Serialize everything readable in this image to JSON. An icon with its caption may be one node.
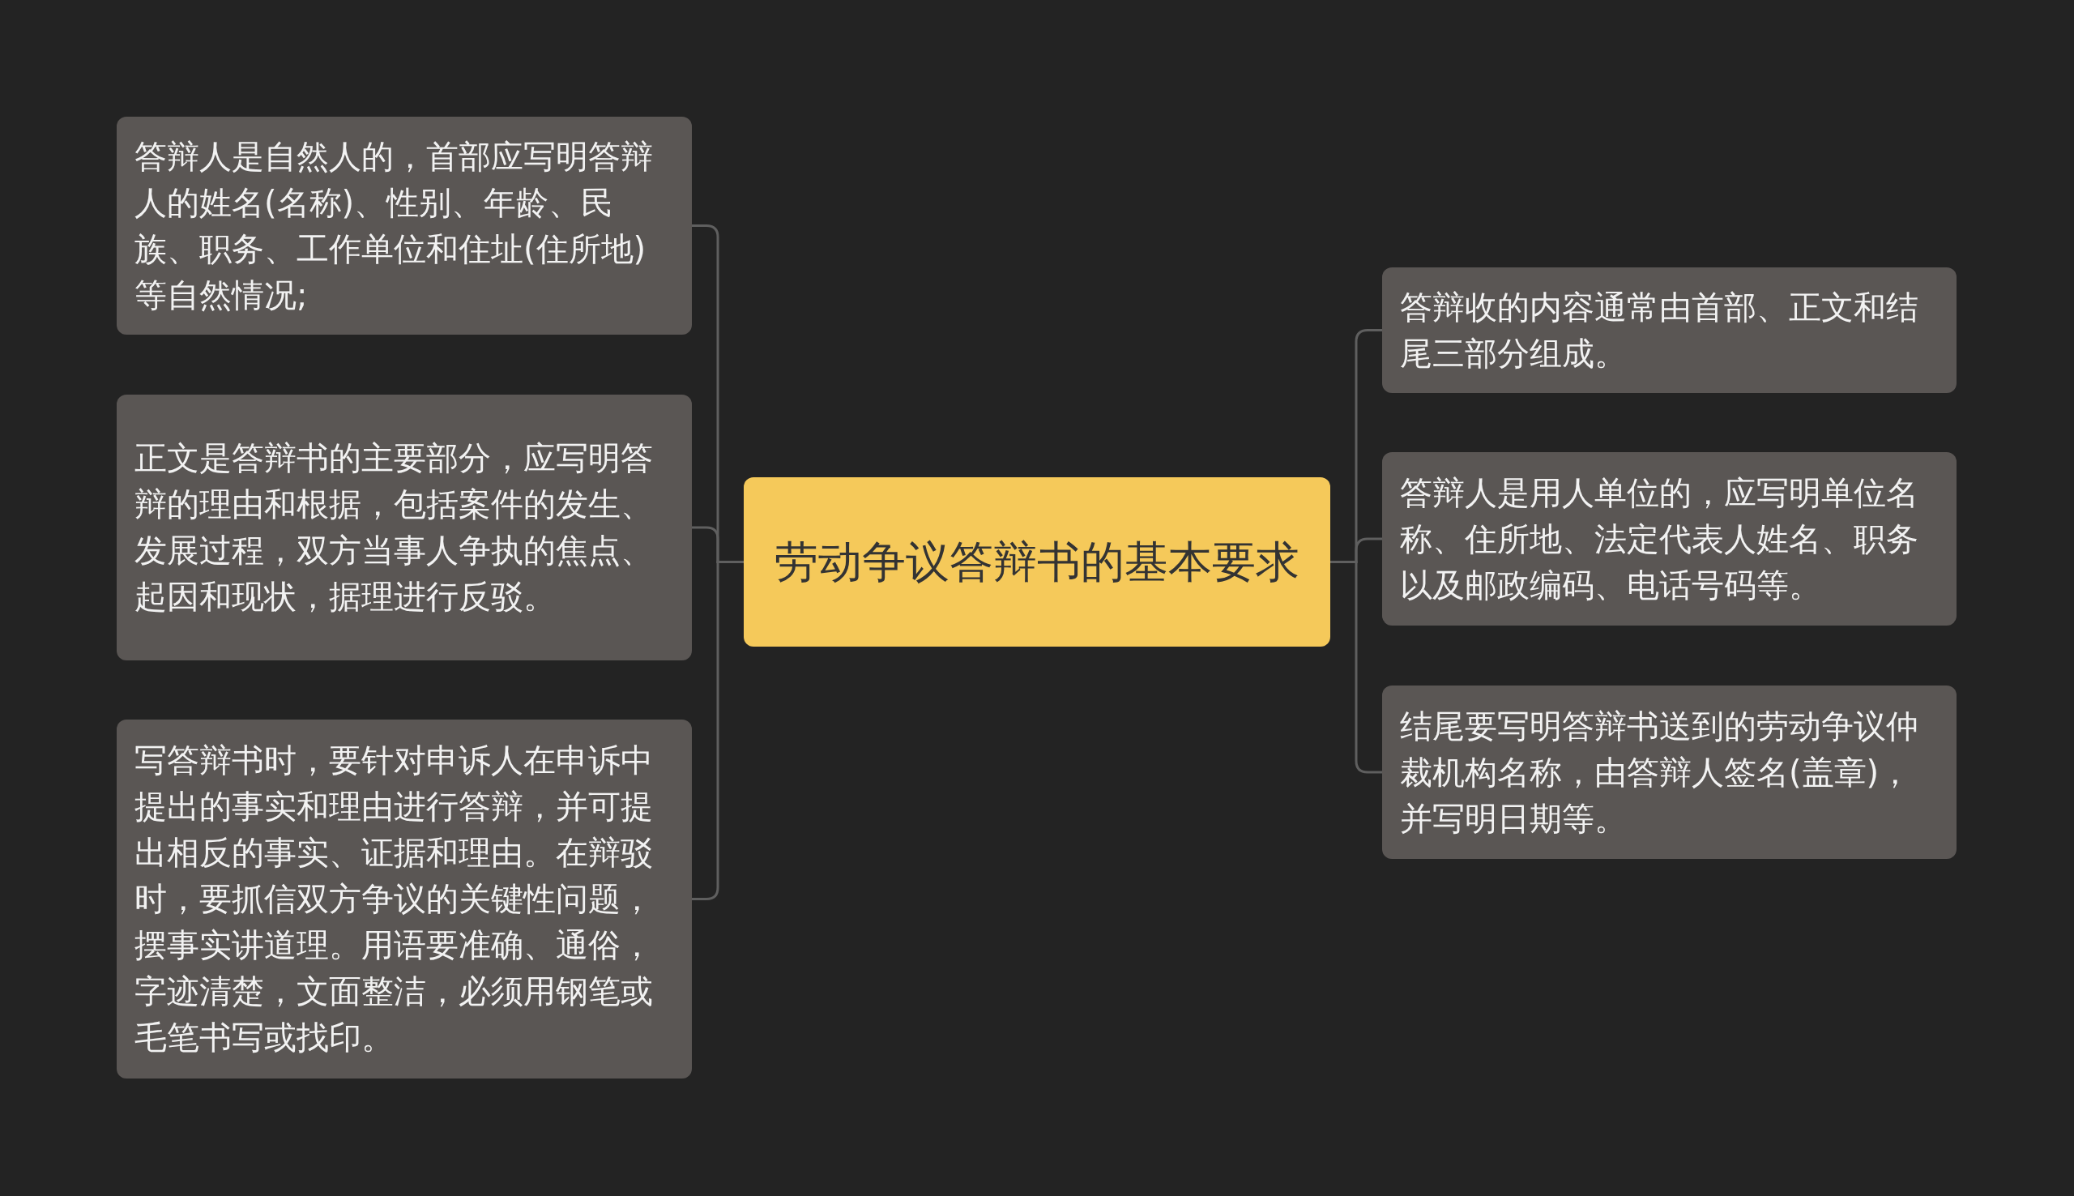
{
  "diagram": {
    "nodes": [
      {
        "text": [
          "劳动争议答辩书的基本要求"
        ]
      },
      {
        "text": [
          "答辩人是自然人的，首部应写明答辩人的姓名(名称)、性别、年龄、民族、职务、工作单位和住址(住所地)等自然情况;"
        ]
      },
      {
        "text": [
          "正文是答辩书的主要部分，应写明答辩的理由和根据，包括案件的发生、发展过程，双方当事人争执的焦点、起因和现状，据理进行反驳。"
        ]
      },
      {
        "text": [
          "写答辩书时，要针对申诉人在申诉中提出的事实和理由进行答辩，并可提出相反的事实、证据和理由。在辩驳时，要抓信双方争议的关键性问题，摆事实讲道理。用语要准确、通俗，字迹清楚，文面整洁，必须用钢笔或毛笔书写或找印。"
        ]
      },
      {
        "text": [
          "答辩收的内容通常由首部、正文和结尾三部分组成。"
        ]
      },
      {
        "text": [
          "答辩人是用人单位的，应写明单位名称、住所地、法定代表人姓名、职务以及邮政编码、电话号码等。"
        ]
      },
      {
        "text": [
          "结尾要写明答辩书送到的劳动争议仲裁机构名称，由答辩人签名(盖章)，并写明日期等。"
        ]
      }
    ],
    "edges": [
      {
        "from": 0,
        "to": 1,
        "arrow": "none"
      },
      {
        "from": 0,
        "to": 2,
        "arrow": "none"
      },
      {
        "from": 0,
        "to": 3,
        "arrow": "none"
      },
      {
        "from": 0,
        "to": 4,
        "arrow": "none"
      },
      {
        "from": 0,
        "to": 5,
        "arrow": "none"
      },
      {
        "from": 0,
        "to": 6,
        "arrow": "none"
      }
    ]
  }
}
